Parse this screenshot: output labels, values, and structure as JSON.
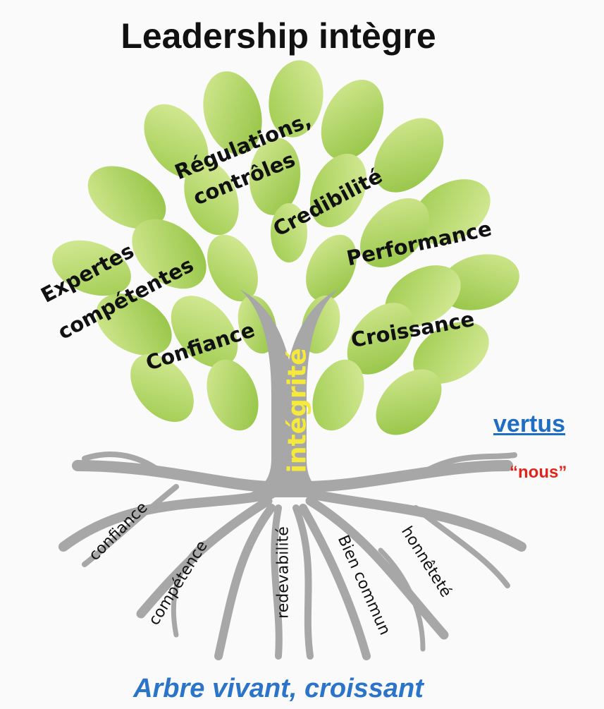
{
  "title": "Leadership intègre",
  "leaves": {
    "regulations": "Régulations,",
    "controles": "contrôles",
    "credibilite": "Credibilité",
    "performance": "Performance",
    "expertes": "Expertes",
    "competentes": "compétentes",
    "croissance": "Croissance",
    "confiance": "Confiance"
  },
  "trunk_label": "intégrité",
  "roots": {
    "confiance": "confiance",
    "competence": "compétence",
    "redevabilite": "redevabilité",
    "bien_commun": "Bien commun",
    "honnetete": "honnêteté"
  },
  "side": {
    "vertus": "vertus",
    "nous": "“nous”"
  },
  "footer": "Arbre vivant, croissant",
  "colors": {
    "leaf_light": "#c6e07a",
    "leaf_dark": "#8fc13f",
    "trunk": "#a7a7a7",
    "trunk_text": "#f5ea3b",
    "vertus": "#1e6fc4",
    "nous": "#e0241b",
    "footer": "#2b74c7"
  }
}
